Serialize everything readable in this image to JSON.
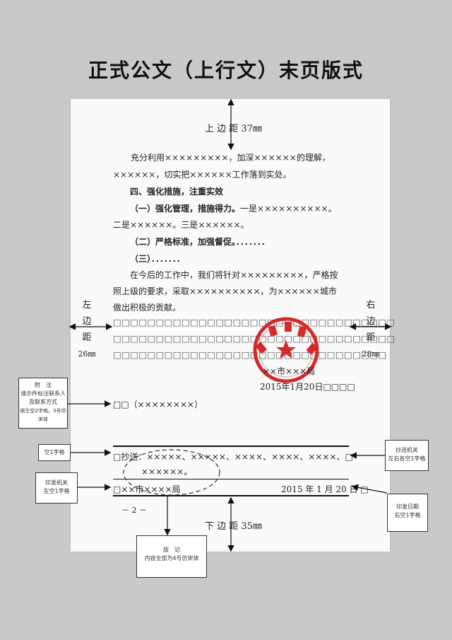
{
  "title": "正式公文（上行文）末页版式",
  "margins": {
    "top": "上 边 距 37㎜",
    "bottom": "下 边 距 35㎜",
    "left": [
      "左",
      "边",
      "距",
      "26㎜"
    ],
    "right": [
      "右",
      "边",
      "距",
      "28㎜"
    ]
  },
  "body": {
    "p1_line1": "充分利用×××××××××，加深××××××的理解，",
    "p1_line2": "××××××，切实把××××××工作落到实处。",
    "heading4": "四、强化措施，注重实效",
    "item1_bold": "（一）强化管理，措施得力。",
    "item1_rest": "一是××××××××××。",
    "item1_line2": "二是××××××。三是××××××。",
    "item2": "（二）严格标准，加强督促。．．．．．．．",
    "item3": "（三）．．．．．．．",
    "p2_line1": "在今后的工作中，我们将针对×××××××××，严格按",
    "p2_line2": "照上级的要求，采取××××××××××，为××××××城市",
    "p2_line3": "做出积极的贡献。",
    "blank_rows": [
      "□□□□□□□□□□□□□□□□□□□□□□□□□□□□□□□□□",
      "□□□□□□□□□□□□□□□□□□□□□□□□□□□□□□□□□",
      "□□□□□□□□□□□□□□□□□□□□□□□□□□□□□□□□"
    ],
    "issuer": "××市×××局",
    "date": "2015年1月20日□□□□",
    "annotation": "□□（××××××××）"
  },
  "copyto": {
    "line1": "□抄送：×××××、×××××、××××、××××、××××、□",
    "line2": "××××××。",
    "print_org": "□××市××××局",
    "print_date": "2015 年 1 月 20 日 □"
  },
  "page_number": "－ 2 －",
  "notes": {
    "annotation_note": [
      "附　注",
      "请示件标注联系人",
      "及联系方式",
      "居左空2字格，3号仿宋体"
    ],
    "space_note": "空1字格",
    "copy_note": [
      "抄送机关",
      "左右各空1字格"
    ],
    "print_org_note": [
      "印发机关",
      "左空1字格"
    ],
    "print_date_note": [
      "印发日期",
      "右空1字格"
    ],
    "footer_note": [
      "版　记",
      "内容全部为4号仿宋体"
    ]
  },
  "seal_color": "#d42a2a"
}
